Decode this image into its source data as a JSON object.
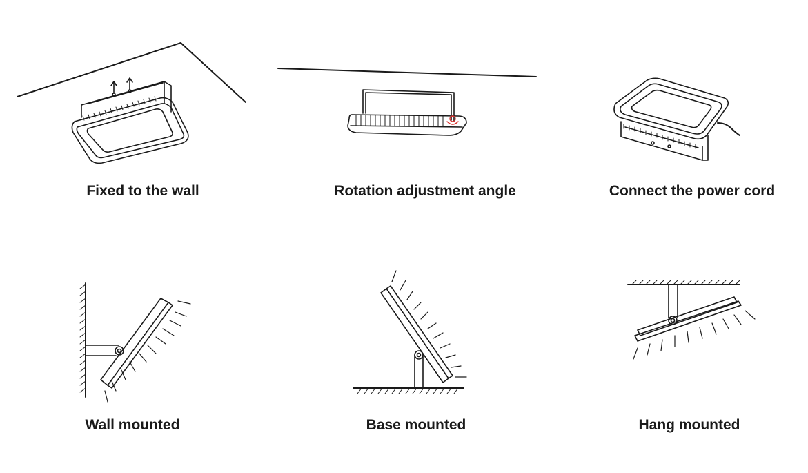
{
  "captions": {
    "fixed_to_wall": "Fixed to the wall",
    "rotation_adjustment": "Rotation adjustment angle",
    "connect_power_cord": "Connect the power cord",
    "wall_mounted": "Wall mounted",
    "base_mounted": "Base mounted",
    "hang_mounted": "Hang mounted"
  },
  "colors": {
    "line": "#1a1a1a",
    "highlight": "#d9302c"
  }
}
